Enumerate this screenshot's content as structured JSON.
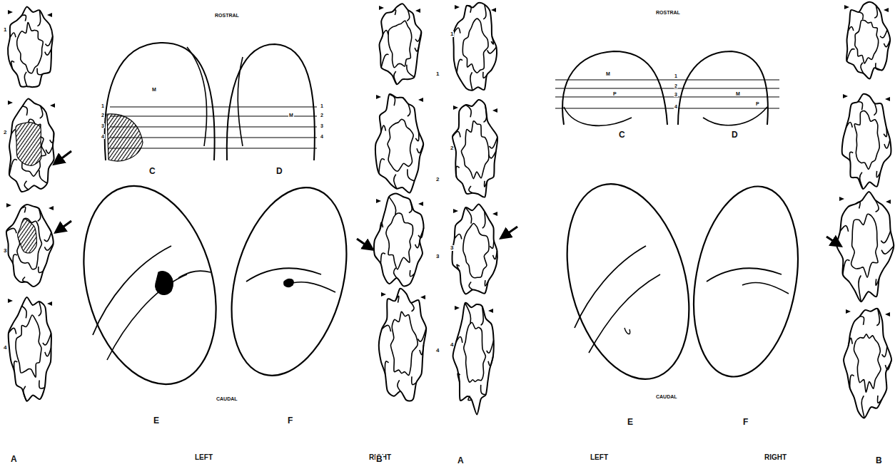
{
  "diagram": {
    "labels": [
      "1",
      "2",
      "3",
      "4",
      "ROSTRAL",
      "1",
      "2",
      "3",
      "4",
      "M",
      "M",
      "1",
      "2",
      "3",
      "4",
      "C",
      "D",
      "E",
      "F",
      "CAUDAL",
      "A",
      "LEFT",
      "RIGHT",
      "1",
      "2",
      "3",
      "4",
      "B",
      "1",
      "2",
      "3",
      "4",
      "ROSTRAL",
      "M",
      "P",
      "1",
      "2",
      "3",
      "4",
      "M",
      "P",
      "C",
      "D",
      "E",
      "F",
      "CAUDAL",
      "A",
      "LEFT",
      "RIGHT",
      "B"
    ]
  }
}
